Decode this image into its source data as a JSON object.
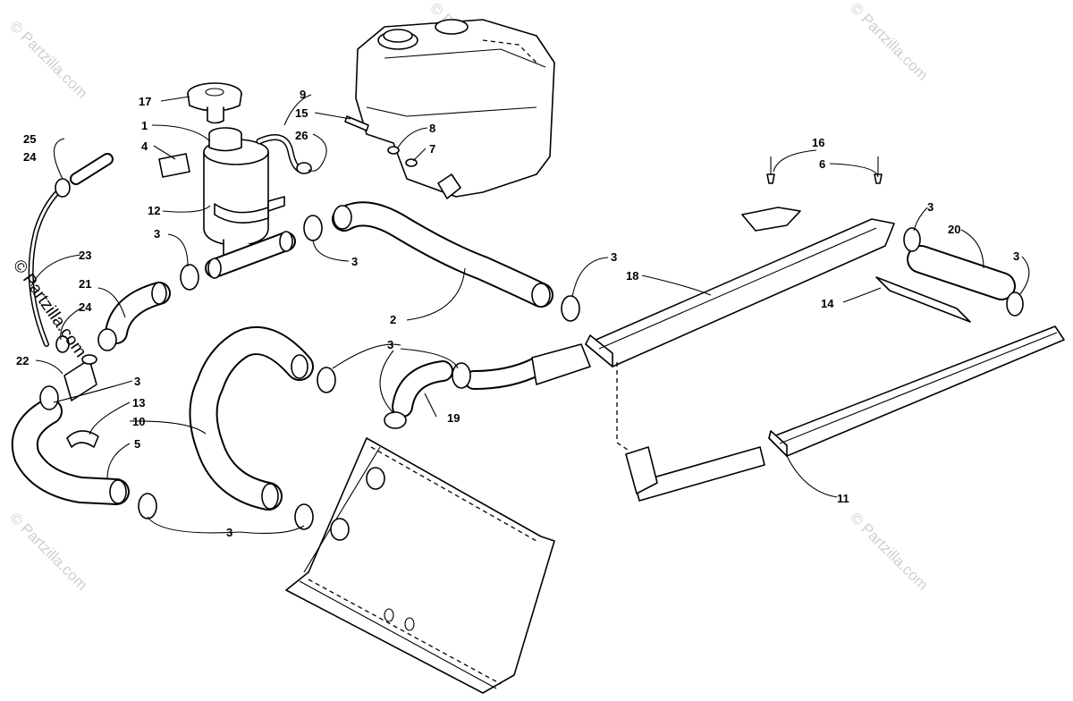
{
  "diagram": {
    "callouts": [
      "1",
      "2",
      "3",
      "4",
      "5",
      "6",
      "7",
      "8",
      "9",
      "10",
      "11",
      "12",
      "13",
      "14",
      "15",
      "16",
      "17",
      "18",
      "19",
      "20",
      "21",
      "22",
      "23",
      "24",
      "25",
      "26"
    ],
    "watermark_text": "© Partzilla.com"
  }
}
